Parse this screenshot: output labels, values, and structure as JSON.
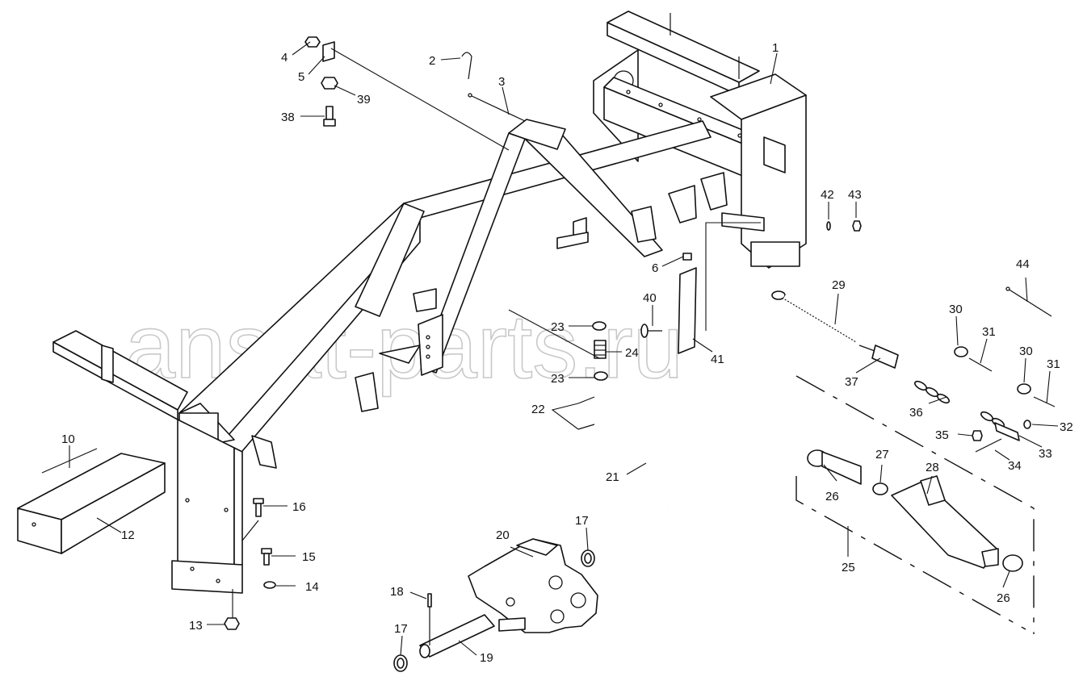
{
  "watermark": "ansat-parts.ru",
  "callouts": {
    "c1": "1",
    "c2": "2",
    "c3": "3",
    "c4": "4",
    "c5": "5",
    "c6": "6",
    "c10": "10",
    "c12": "12",
    "c13": "13",
    "c14": "14",
    "c15": "15",
    "c16": "16",
    "c17a": "17",
    "c17b": "17",
    "c18": "18",
    "c19": "19",
    "c20": "20",
    "c21": "21",
    "c22": "22",
    "c23a": "23",
    "c23b": "23",
    "c24": "24",
    "c25": "25",
    "c26a": "26",
    "c26b": "26",
    "c27": "27",
    "c28": "28",
    "c29": "29",
    "c30a": "30",
    "c30b": "30",
    "c31a": "31",
    "c31b": "31",
    "c32": "32",
    "c33": "33",
    "c34": "34",
    "c35": "35",
    "c36": "36",
    "c37": "37",
    "c38": "38",
    "c39": "39",
    "c40": "40",
    "c41": "41",
    "c42": "42",
    "c43": "43",
    "c44": "44"
  }
}
